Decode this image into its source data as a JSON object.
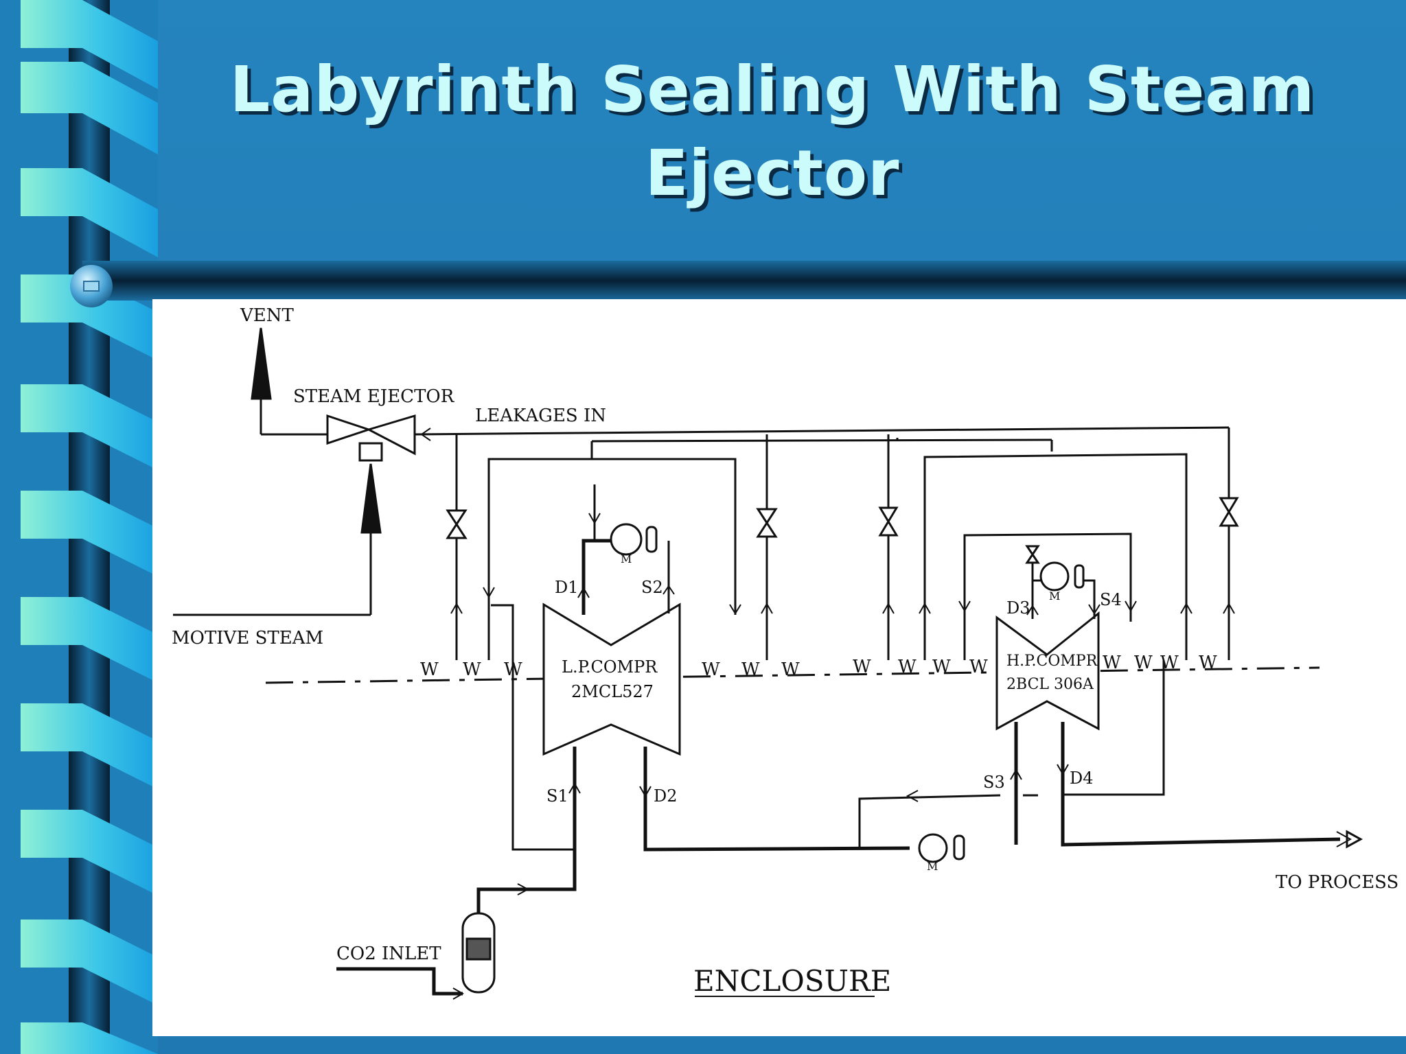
{
  "slide": {
    "title": "Labyrinth Sealing With Steam Ejector"
  },
  "diagram": {
    "labels": {
      "vent": "VENT",
      "steam_ejector": "STEAM EJECTOR",
      "leakages_in": "LEAKAGES IN",
      "motive_steam": "MOTIVE STEAM",
      "lp_compressor_name": "L.P.COMPR",
      "lp_compressor_model": "2MCL527",
      "hp_compressor_name": "H.P.COMPR",
      "hp_compressor_model": "2BCL 306A",
      "co2_inlet": "CO2 INLET",
      "enclosure": "ENCLOSURE",
      "to_process": "TO PROCESS",
      "d1": "D1",
      "s2": "S2",
      "s1": "S1",
      "d2": "D2",
      "d3": "D3",
      "s4": "S4",
      "s3": "S3",
      "d4": "D4",
      "motor": "M",
      "seal": "W"
    }
  },
  "colors": {
    "background": "#1f7fb8",
    "title_text": "#ccfbfb",
    "rule": "#0d3c5c",
    "strip_light": "#7fe9d9",
    "strip_dark": "#0a3a5c"
  }
}
